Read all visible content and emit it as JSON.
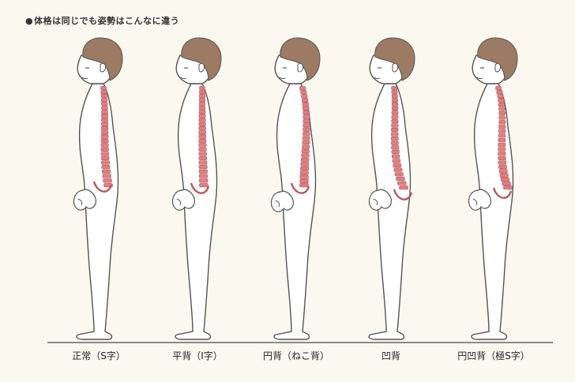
{
  "header": {
    "bullet": "●",
    "title": "体格は同じでも姿勢はこんなに違う"
  },
  "colors": {
    "background": "#fbf8ef",
    "body_fill": "#ffffff",
    "outline": "#555555",
    "hair": "#9c7a63",
    "spine": "#e07f82",
    "spine_line": "#b35c60",
    "ground": "#666666"
  },
  "postures": [
    {
      "id": "normal",
      "label": "正常（S字）"
    },
    {
      "id": "flat",
      "label": "平背（I字）"
    },
    {
      "id": "round",
      "label": "円背（ねこ背）"
    },
    {
      "id": "sway",
      "label": "凹背"
    },
    {
      "id": "kypho-lordotic",
      "label": "円凹背（極S字）"
    }
  ]
}
